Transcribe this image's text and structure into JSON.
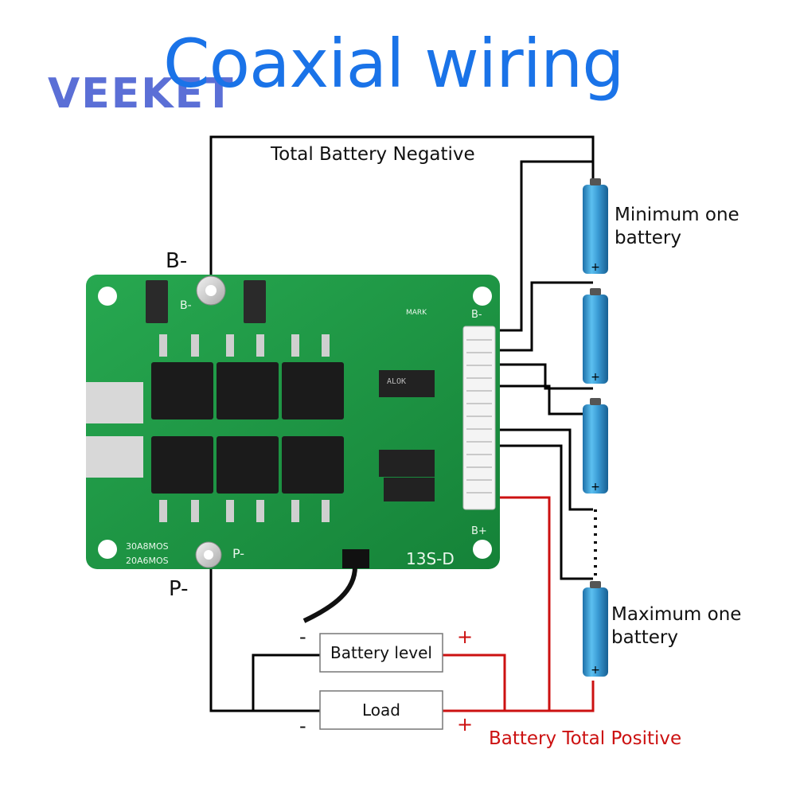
{
  "title": "Coaxial wiring",
  "brand": {
    "logo_text": "VEEKET"
  },
  "wire_labels": {
    "total_negative": "Total Battery Negative",
    "total_positive": "Battery Total Positive",
    "b_minus": "B-",
    "p_minus": "P-"
  },
  "batteries": {
    "min_label": "Minimum one battery",
    "max_label": "Maximum one battery",
    "min_label_line1": "Minimum one",
    "min_label_line2": "battery",
    "max_label_line1": "Maximum one",
    "max_label_line2": "battery"
  },
  "devices": [
    {
      "name": "Battery level",
      "minus": "-",
      "plus": "+"
    },
    {
      "name": "Load",
      "minus": "-",
      "plus": "+"
    }
  ],
  "board": {
    "model": "13S-D",
    "pad_b_minus": "B-",
    "pad_p_minus": "P-",
    "connector_b_minus": "B-",
    "connector_b_plus": "B+",
    "silk_1": "30A8MOS",
    "silk_2": "20A6MOS",
    "mark": "MARK",
    "chip_text": "ALOK"
  },
  "colors": {
    "title": "#1a73e8",
    "logo": "#5b6fd6",
    "pcb": "#1f9a45",
    "negative_wire": "#000000",
    "positive_wire": "#cc1111",
    "positive_label": "#cc1111",
    "battery": "#3a9bd5"
  },
  "icons": [
    "battery-cell-icon",
    "pcb-board-icon",
    "mosfet-icon",
    "connector-icon"
  ]
}
